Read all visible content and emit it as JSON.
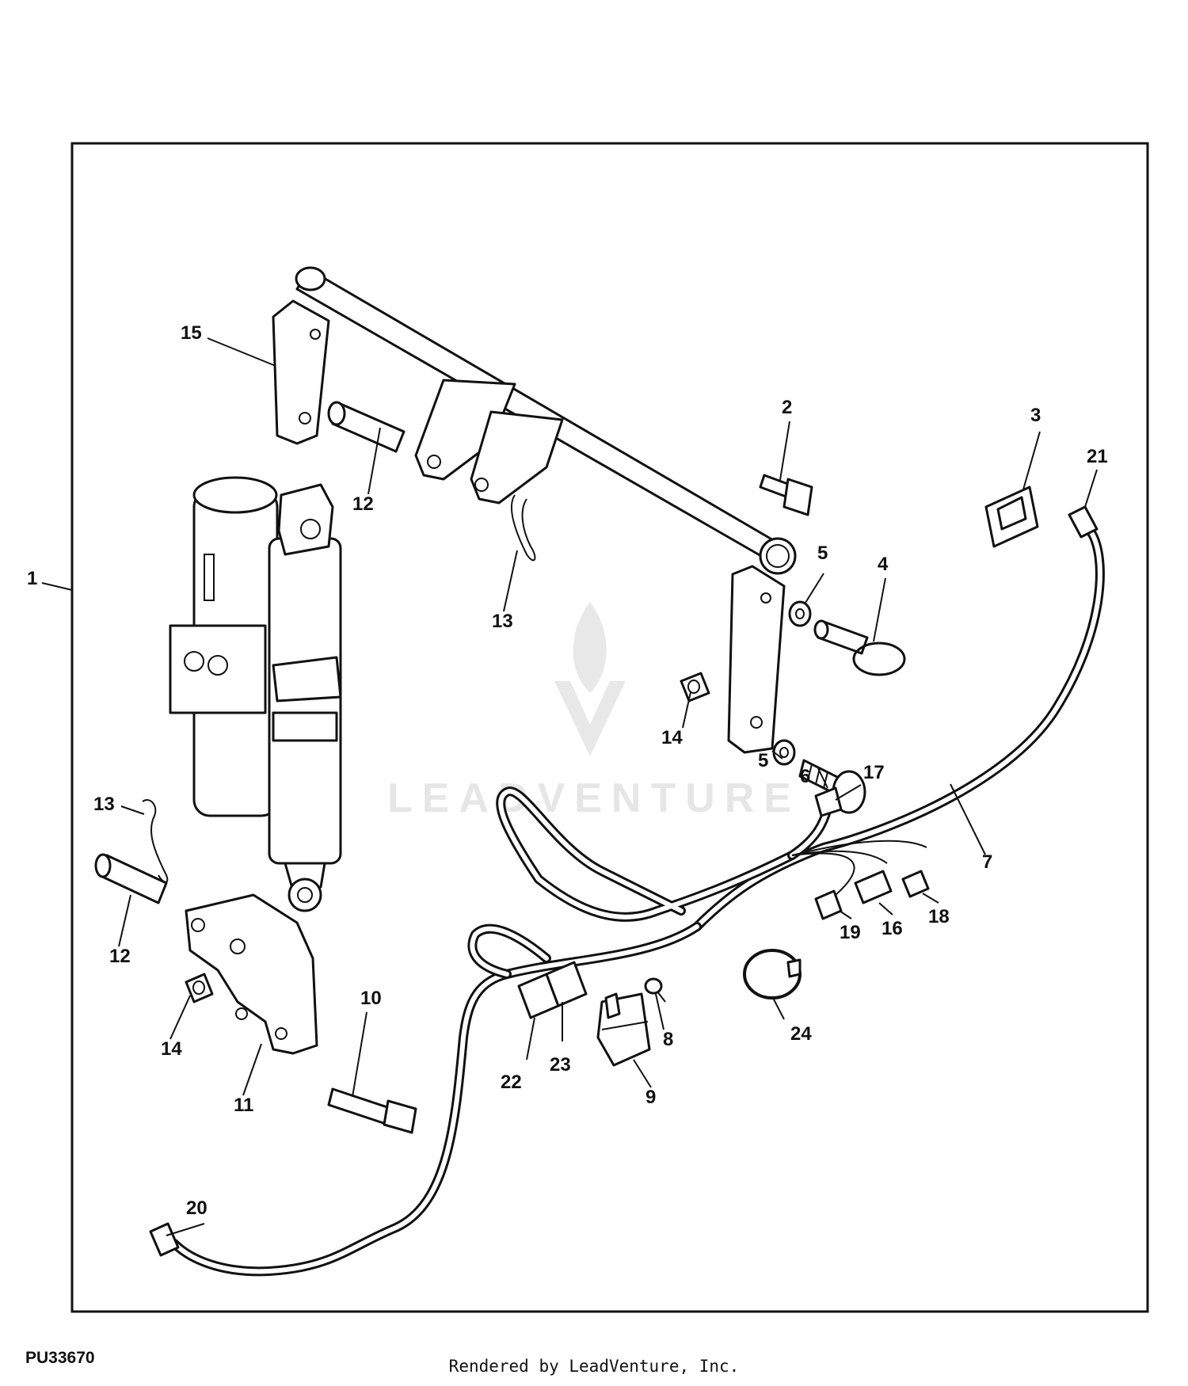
{
  "figure_id": "PU33670",
  "credit": "Rendered by LeadVenture, Inc.",
  "watermark": "LEADVENTURE",
  "callouts": {
    "c1": "1",
    "c2": "2",
    "c3": "3",
    "c4": "4",
    "c5a": "5",
    "c5b": "5",
    "c6": "6",
    "c7": "7",
    "c8": "8",
    "c9": "9",
    "c10": "10",
    "c11": "11",
    "c12a": "12",
    "c12b": "12",
    "c13a": "13",
    "c13b": "13",
    "c14a": "14",
    "c14b": "14",
    "c15": "15",
    "c16": "16",
    "c17": "17",
    "c18": "18",
    "c19": "19",
    "c20": "20",
    "c21": "21",
    "c22": "22",
    "c23": "23",
    "c24": "24"
  }
}
